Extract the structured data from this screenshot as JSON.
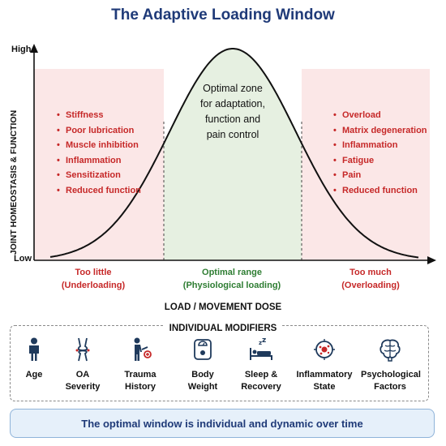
{
  "title": "The Adaptive Loading Window",
  "y_axis": {
    "label": "JOINT HOMEOSTASIS & FUNCTION",
    "high": "High",
    "low": "Low"
  },
  "x_axis": {
    "label": "LOAD / MOVEMENT DOSE"
  },
  "curve": {
    "shape": "bell"
  },
  "optimal_zone_text": [
    "Optimal zone",
    "for adaptation,",
    "function and",
    "pain control"
  ],
  "underloading_factors": [
    "Stiffness",
    "Poor lubrication",
    "Muscle inhibition",
    "Inflammation",
    "Sensitization",
    "Reduced function"
  ],
  "overloading_factors": [
    "Overload",
    "Matrix degeneration",
    "Inflammation",
    "Fatigue",
    "Pain",
    "Reduced function"
  ],
  "zones": {
    "left": {
      "name": "Too little",
      "sub": "(Underloading)"
    },
    "middle": {
      "name": "Optimal range",
      "sub": "(Physiological loading)"
    },
    "right": {
      "name": "Too much",
      "sub": "(Overloading)"
    }
  },
  "modifiers": {
    "title": "INDIVIDUAL MODIFIERS",
    "items": [
      {
        "icon": "person-icon",
        "line1": "Age",
        "line2": ""
      },
      {
        "icon": "knee-joint-icon",
        "line1": "OA",
        "line2": "Severity"
      },
      {
        "icon": "injured-person-icon",
        "line1": "Trauma",
        "line2": "History"
      },
      {
        "icon": "weight-scale-icon",
        "line1": "Body",
        "line2": "Weight"
      },
      {
        "icon": "sleep-bed-icon",
        "line1": "Sleep &",
        "line2": "Recovery"
      },
      {
        "icon": "inflammation-cell-icon",
        "line1": "Inflammatory",
        "line2": "State"
      },
      {
        "icon": "brain-icon",
        "line1": "Psychological",
        "line2": "Factors"
      }
    ]
  },
  "banner": "The optimal window is individual and dynamic over time",
  "colors": {
    "title": "#1f3a78",
    "risk_text": "#c62828",
    "optimal_text": "#2e7d32",
    "risk_shading": "#fbe7e7",
    "optimal_shading": "#e6f0e1",
    "icon": "#1f3a5c",
    "banner_fill": "#e6f0fa",
    "banner_border": "#8fb3d9"
  }
}
